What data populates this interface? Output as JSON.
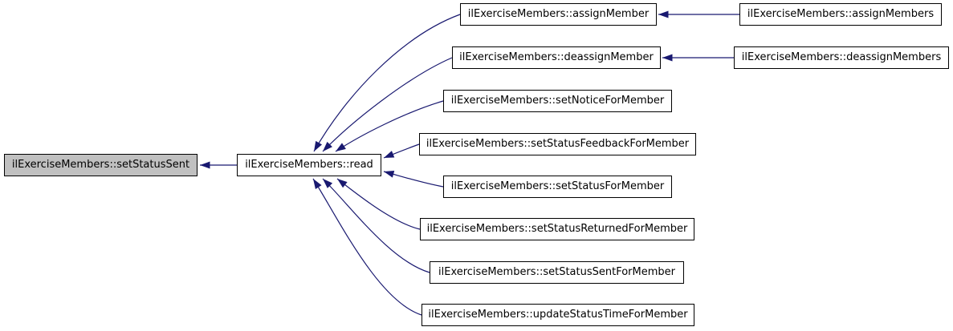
{
  "graph": {
    "type": "doxygen-caller-graph",
    "background_color": "#ffffff",
    "edge_color": "#191970",
    "node_border_color": "#000000",
    "node_fill": "#ffffff",
    "highlight_fill": "#c0c0c0",
    "text_color": "#000000",
    "nodes": [
      {
        "id": "setStatusSent",
        "label": "ilExerciseMembers::setStatusSent",
        "highlighted": true
      },
      {
        "id": "read",
        "label": "ilExerciseMembers::read",
        "highlighted": false
      },
      {
        "id": "assignMember",
        "label": "ilExerciseMembers::assignMember",
        "highlighted": false
      },
      {
        "id": "assignMembers",
        "label": "ilExerciseMembers::assignMembers",
        "highlighted": false
      },
      {
        "id": "deassignMember",
        "label": "ilExerciseMembers::deassignMember",
        "highlighted": false
      },
      {
        "id": "deassignMembers",
        "label": "ilExerciseMembers::deassignMembers",
        "highlighted": false
      },
      {
        "id": "setNoticeForMember",
        "label": "ilExerciseMembers::setNoticeForMember",
        "highlighted": false
      },
      {
        "id": "setStatusFeedbackForMember",
        "label": "ilExerciseMembers::setStatusFeedbackForMember",
        "highlighted": false
      },
      {
        "id": "setStatusForMember",
        "label": "ilExerciseMembers::setStatusForMember",
        "highlighted": false
      },
      {
        "id": "setStatusReturnedForMember",
        "label": "ilExerciseMembers::setStatusReturnedForMember",
        "highlighted": false
      },
      {
        "id": "setStatusSentForMember",
        "label": "ilExerciseMembers::setStatusSentForMember",
        "highlighted": false
      },
      {
        "id": "updateStatusTimeForMember",
        "label": "ilExerciseMembers::updateStatusTimeForMember",
        "highlighted": false
      }
    ],
    "edges": [
      {
        "from": "read",
        "to": "setStatusSent"
      },
      {
        "from": "assignMember",
        "to": "read"
      },
      {
        "from": "deassignMember",
        "to": "read"
      },
      {
        "from": "setNoticeForMember",
        "to": "read"
      },
      {
        "from": "setStatusFeedbackForMember",
        "to": "read"
      },
      {
        "from": "setStatusForMember",
        "to": "read"
      },
      {
        "from": "setStatusReturnedForMember",
        "to": "read"
      },
      {
        "from": "setStatusSentForMember",
        "to": "read"
      },
      {
        "from": "updateStatusTimeForMember",
        "to": "read"
      },
      {
        "from": "assignMembers",
        "to": "assignMember"
      },
      {
        "from": "deassignMembers",
        "to": "deassignMember"
      }
    ]
  }
}
